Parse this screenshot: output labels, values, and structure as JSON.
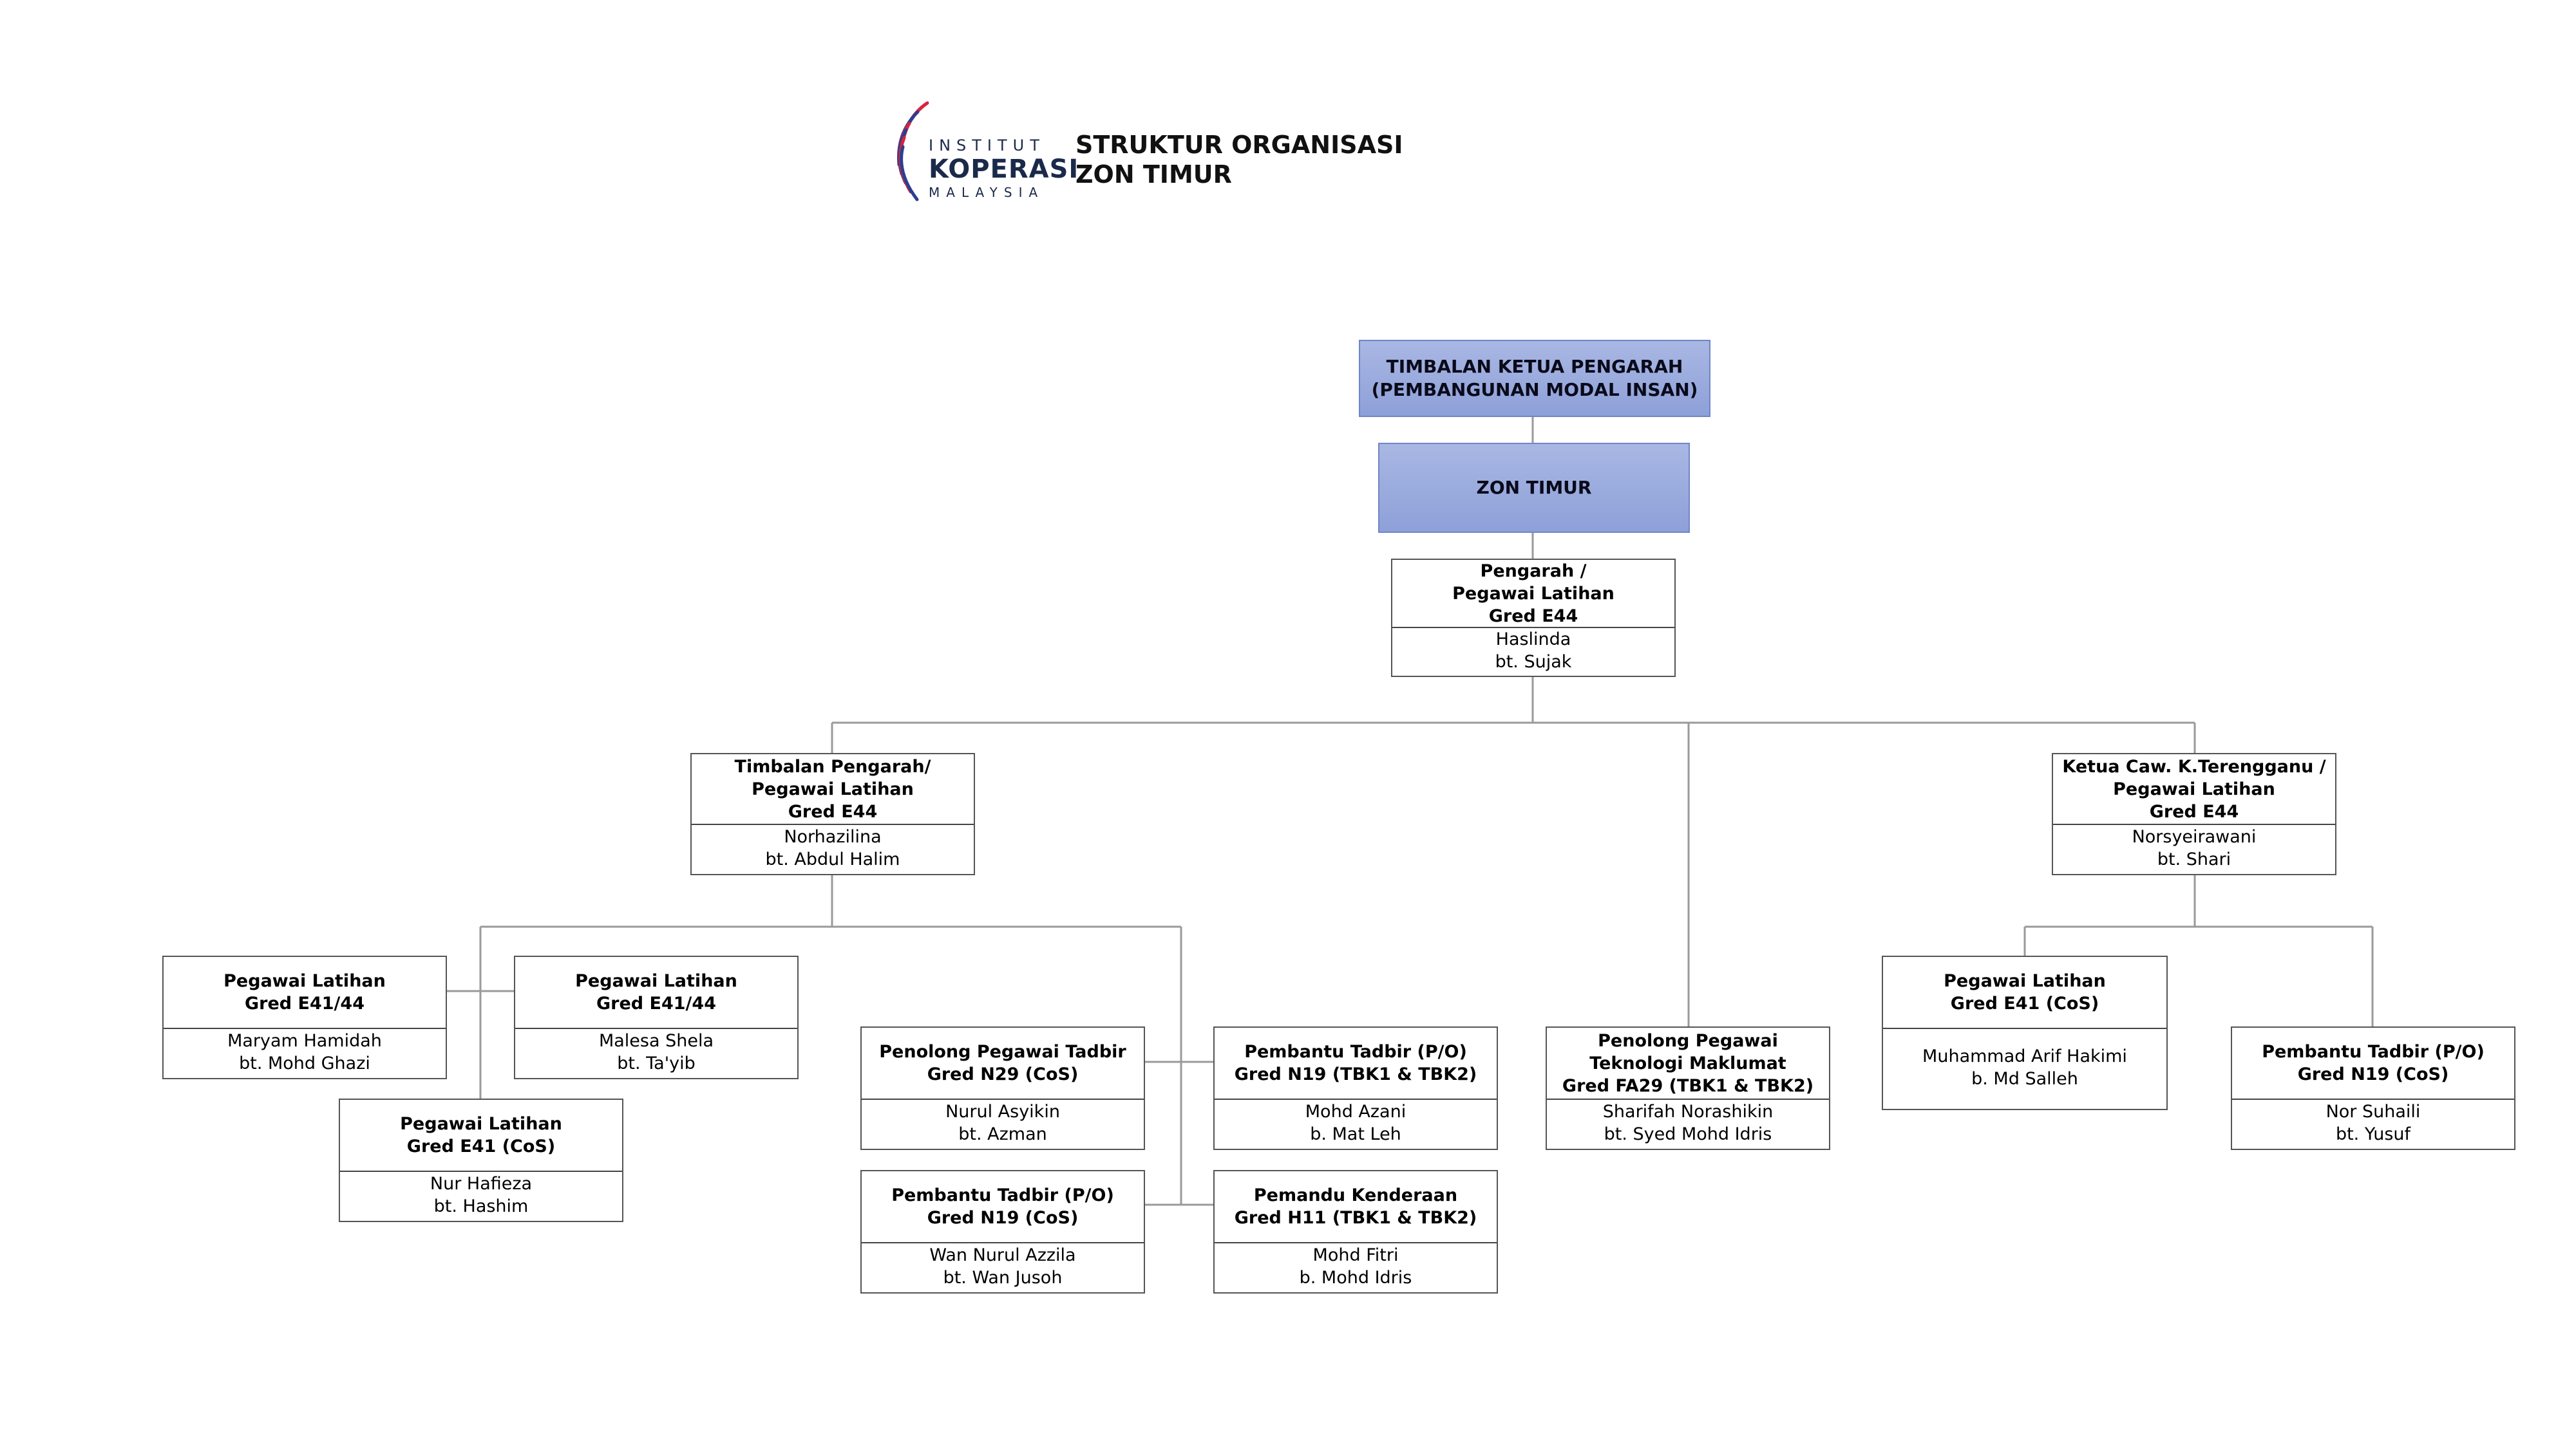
{
  "header": {
    "logo": {
      "line1": "INSTITUT",
      "line2": "KOPERASI",
      "line3": "MALAYSIA"
    },
    "title_line1": "STRUKTUR ORGANISASI",
    "title_line2": "ZON TIMUR"
  },
  "colors": {
    "highlight_fill": "#a9b7e3",
    "highlight_border": "#6f86c6",
    "line": "#999999"
  },
  "nodes": {
    "tkp": {
      "line1": "TIMBALAN KETUA PENGARAH",
      "line2": "(PEMBANGUNAN MODAL INSAN)"
    },
    "zon": {
      "label": "ZON TIMUR"
    },
    "pengarah": {
      "title": [
        "Pengarah /",
        "Pegawai Latihan",
        "Gred E44"
      ],
      "name": [
        "Haslinda",
        "bt. Sujak"
      ]
    },
    "timbalan": {
      "title": [
        "Timbalan Pengarah/",
        "Pegawai Latihan",
        "Gred E44"
      ],
      "name": [
        "Norhazilina",
        "bt. Abdul Halim"
      ]
    },
    "ketua_caw": {
      "title": [
        "Ketua Caw. K.Terengganu /",
        "Pegawai Latihan",
        "Gred E44"
      ],
      "name": [
        "Norsyeirawani",
        "bt. Shari"
      ]
    },
    "pl_maryam": {
      "title": [
        "Pegawai Latihan",
        "Gred E41/44"
      ],
      "name": [
        "Maryam Hamidah",
        "bt. Mohd Ghazi"
      ]
    },
    "pl_malesa": {
      "title": [
        "Pegawai Latihan",
        "Gred E41/44"
      ],
      "name": [
        "Malesa Shela",
        "bt. Ta'yib"
      ]
    },
    "pl_nur": {
      "title": [
        "Pegawai Latihan",
        "Gred E41 (CoS)"
      ],
      "name": [
        "Nur Hafieza",
        "bt. Hashim"
      ]
    },
    "ppt_nurul": {
      "title": [
        "Penolong Pegawai Tadbir",
        "Gred N29 (CoS)"
      ],
      "name": [
        "Nurul Asyikin",
        "bt. Azman"
      ]
    },
    "pt_azani": {
      "title": [
        "Pembantu Tadbir (P/O)",
        "Gred N19 (TBK1 & TBK2)"
      ],
      "name": [
        "Mohd Azani",
        "b. Mat Leh"
      ]
    },
    "pt_wan": {
      "title": [
        "Pembantu Tadbir (P/O)",
        "Gred N19 (CoS)"
      ],
      "name": [
        "Wan Nurul Azzila",
        "bt. Wan Jusoh"
      ]
    },
    "pk_fitri": {
      "title": [
        "Pemandu Kenderaan",
        "Gred H11 (TBK1 & TBK2)"
      ],
      "name": [
        "Mohd Fitri",
        "b. Mohd Idris"
      ]
    },
    "ppt_it": {
      "title": [
        "Penolong Pegawai",
        "Teknologi Maklumat",
        "Gred FA29 (TBK1 & TBK2)"
      ],
      "name": [
        "Sharifah Norashikin",
        "bt. Syed Mohd Idris"
      ]
    },
    "pl_arif": {
      "title": [
        "Pegawai Latihan",
        "Gred E41 (CoS)"
      ],
      "name": [
        "Muhammad Arif Hakimi",
        "b. Md Salleh"
      ]
    },
    "pt_suhaili": {
      "title": [
        "Pembantu Tadbir (P/O)",
        "Gred N19 (CoS)"
      ],
      "name": [
        "Nor Suhaili",
        "bt. Yusuf"
      ]
    }
  }
}
